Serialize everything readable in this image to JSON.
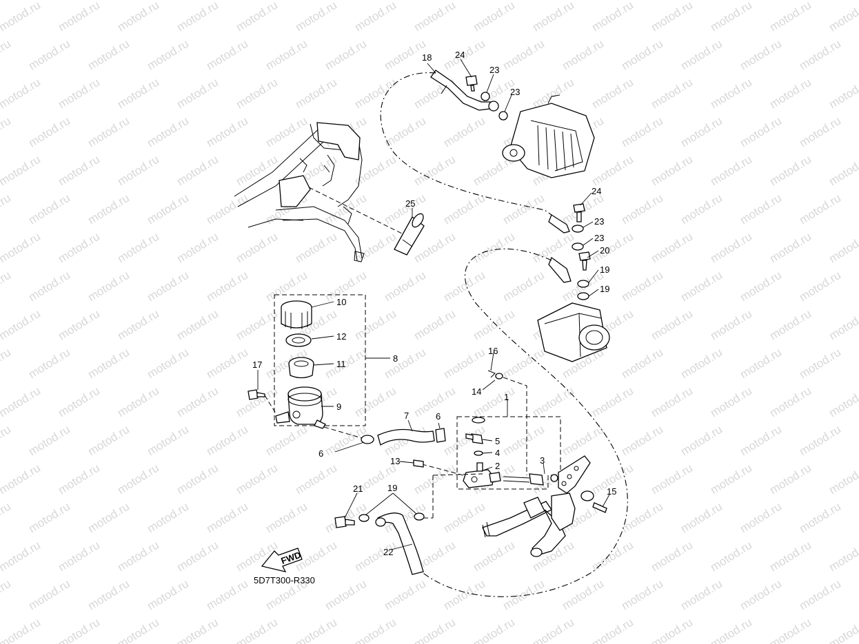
{
  "watermark": "motod.ru",
  "diagram_code": "5D7T300-R330",
  "fwd_label": "FWD",
  "callouts": {
    "c1": "1",
    "c2": "2",
    "c3": "3",
    "c4": "4",
    "c5": "5",
    "c6a": "6",
    "c6b": "6",
    "c7": "7",
    "c8": "8",
    "c9": "9",
    "c10": "10",
    "c11": "11",
    "c12": "12",
    "c13": "13",
    "c14": "14",
    "c15": "15",
    "c16": "16",
    "c17": "17",
    "c18": "18",
    "c19a": "19",
    "c19b": "19",
    "c19c": "19",
    "c20": "20",
    "c21": "21",
    "c22": "22",
    "c23a": "23",
    "c23b": "23",
    "c23c": "23",
    "c23d": "23",
    "c24a": "24",
    "c24b": "24",
    "c25": "25"
  }
}
